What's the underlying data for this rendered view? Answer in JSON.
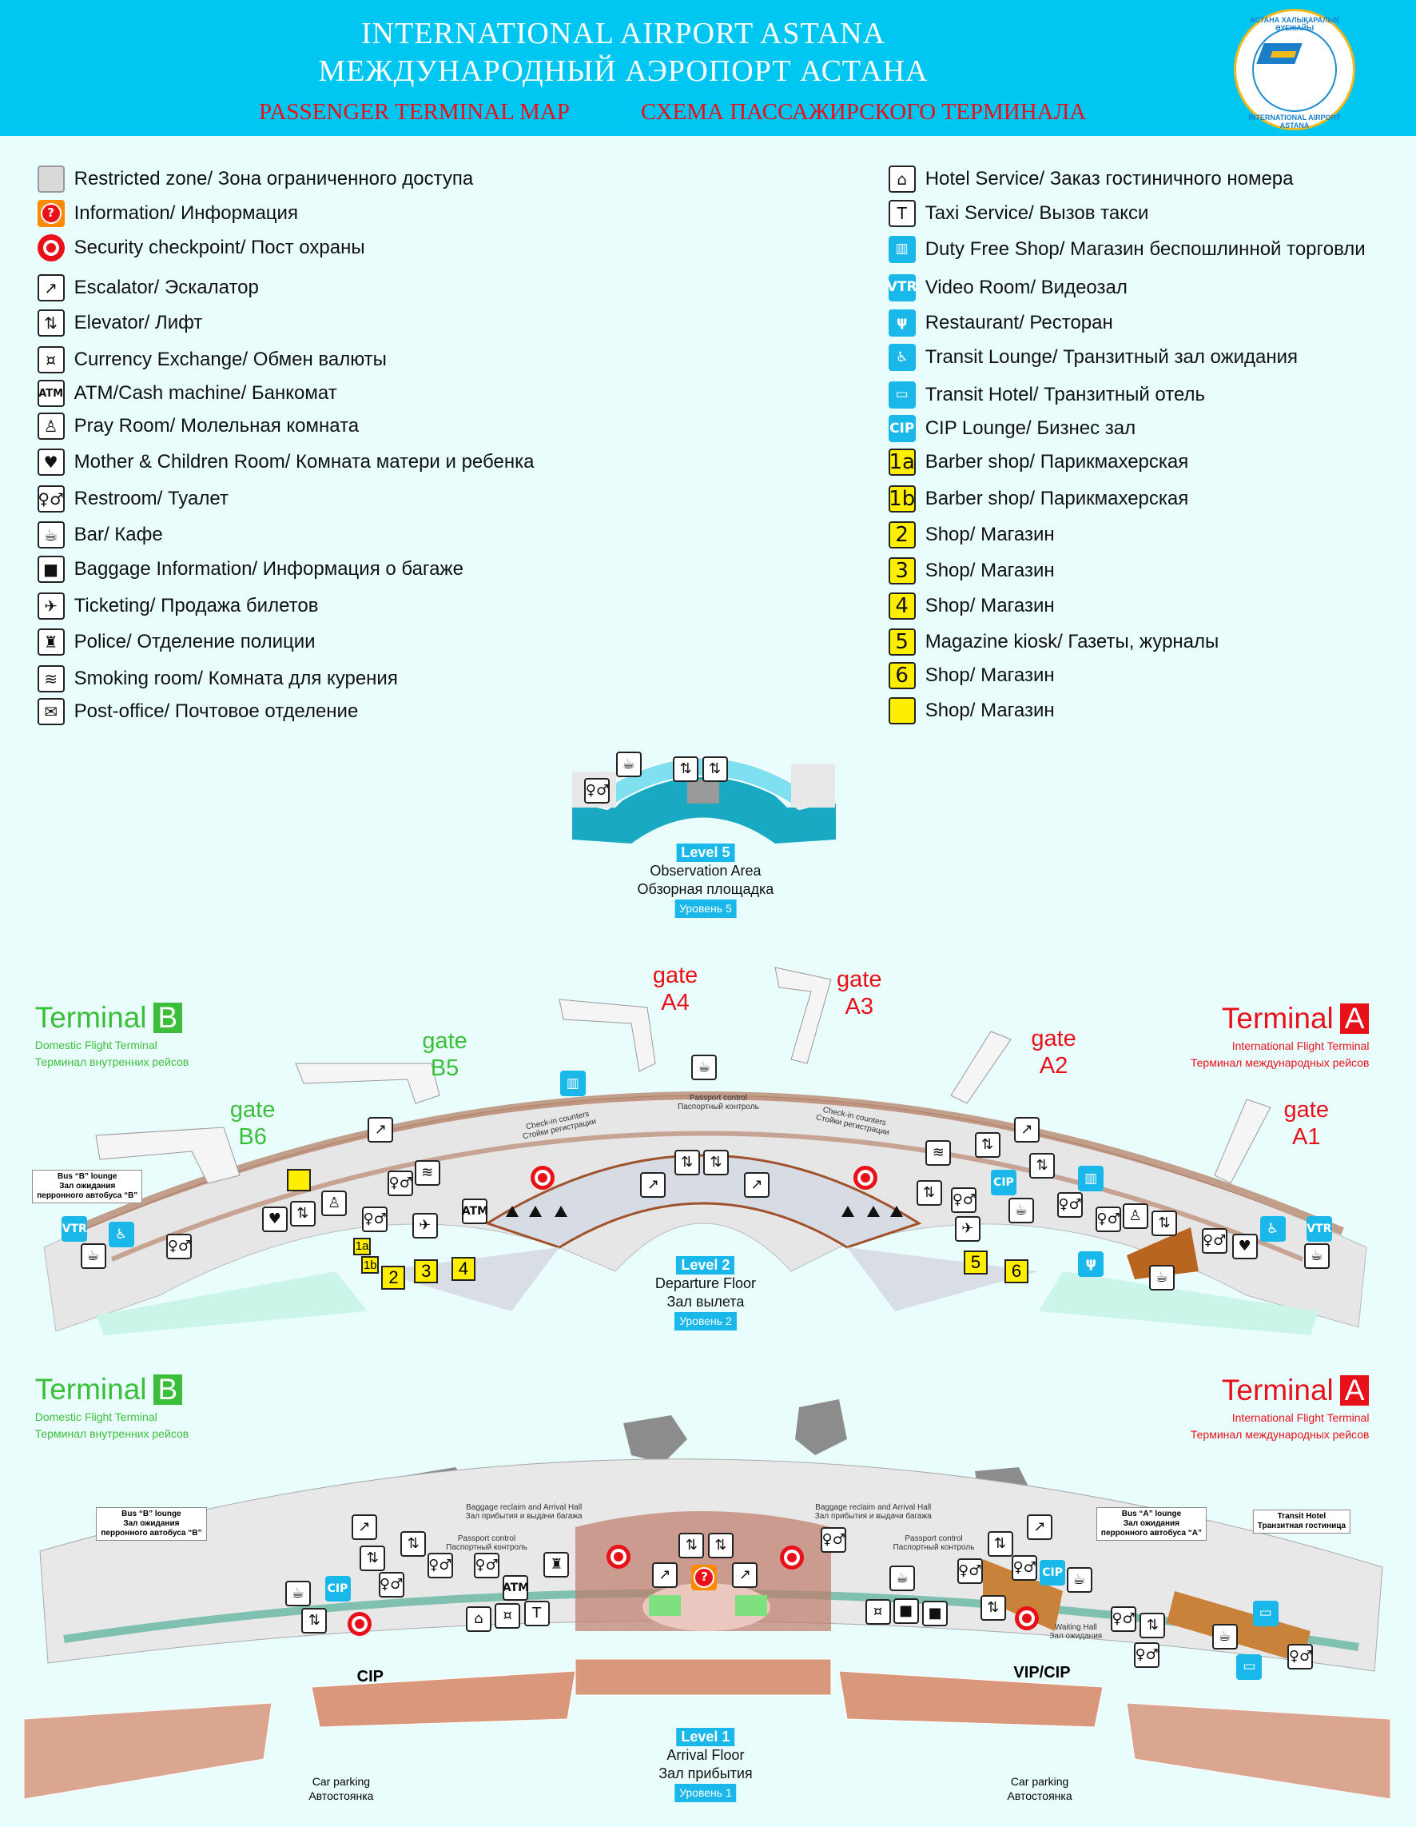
{
  "header": {
    "title_en": "INTERNATIONAL AIRPORT ASTANA",
    "title_ru": "МЕЖДУНАРОДНЫЙ АЭРОПОРТ АСТАНА",
    "subtitle_en": "PASSENGER TERMINAL MAP",
    "subtitle_ru": "СХЕМА ПАССАЖИРСКОГО ТЕРМИНАЛА",
    "logo_text_top": "АСТАНА ХАЛЫҚАРАЛЫҚ ӘУЕЖАЙЫ",
    "logo_text_bottom": "INTERNATIONAL AIRPORT ASTANA"
  },
  "colors": {
    "header": "#00c6f2",
    "domestic": "#3bbf3b",
    "international": "#e8111a",
    "service": "#1ab8ea",
    "shop": "#ffee00"
  },
  "legend": {
    "left": [
      {
        "icon": "restricted-zone-icon",
        "label": "Restricted zone/ Зона ограниченного доступа"
      },
      {
        "icon": "information-icon",
        "label": "Information/ Информация"
      },
      {
        "icon": "security-checkpoint-icon",
        "label": "Security checkpoint/ Пост охраны"
      },
      {
        "icon": "escalator-icon",
        "label": "Escalator/ Эскалатор"
      },
      {
        "icon": "elevator-icon",
        "label": "Elevator/ Лифт"
      },
      {
        "icon": "currency-exchange-icon",
        "label": "Currency Exchange/ Обмен валюты"
      },
      {
        "icon": "atm-icon",
        "badge": "ATM",
        "label": "ATM/Cash machine/ Банкомат"
      },
      {
        "icon": "pray-room-icon",
        "label": "Pray Room/ Молельная комната"
      },
      {
        "icon": "mother-child-icon",
        "label": "Mother & Children Room/ Комната матери и ребенка"
      },
      {
        "icon": "restroom-icon",
        "label": "Restroom/ Туалет"
      },
      {
        "icon": "bar-icon",
        "label": "Bar/ Кафе"
      },
      {
        "icon": "baggage-icon",
        "label": "Baggage Information/ Информация о багаже"
      },
      {
        "icon": "ticketing-icon",
        "label": "Ticketing/ Продажа билетов"
      },
      {
        "icon": "police-icon",
        "label": "Police/ Отделение полиции"
      },
      {
        "icon": "smoking-icon",
        "label": "Smoking room/ Комната для курения"
      },
      {
        "icon": "post-office-icon",
        "label": "Post-office/ Почтовое отделение"
      }
    ],
    "right": [
      {
        "icon": "hotel-service-icon",
        "label": "Hotel Service/ Заказ гостиничного номера"
      },
      {
        "icon": "taxi-service-icon",
        "label": "Taxi Service/ Вызов такси"
      },
      {
        "icon": "duty-free-icon",
        "label": "Duty Free Shop/ Магазин беспошлинной торговли"
      },
      {
        "icon": "video-room-icon",
        "badge": "VTR",
        "label": "Video Room/ Видеозал"
      },
      {
        "icon": "restaurant-icon",
        "label": "Restaurant/ Ресторан"
      },
      {
        "icon": "transit-lounge-icon",
        "label": "Transit Lounge/ Транзитный зал ожидания"
      },
      {
        "icon": "transit-hotel-icon",
        "label": "Transit Hotel/ Транзитный отель"
      },
      {
        "icon": "cip-lounge-icon",
        "badge": "CIP",
        "label": "CIP Lounge/ Бизнес зал"
      },
      {
        "icon": "shop-badge",
        "badge": "1a",
        "label": "Barber shop/ Парикмахерская"
      },
      {
        "icon": "shop-badge",
        "badge": "1b",
        "label": "Barber shop/ Парикмахерская"
      },
      {
        "icon": "shop-badge",
        "badge": "2",
        "label": "Shop/ Магазин"
      },
      {
        "icon": "shop-badge",
        "badge": "3",
        "label": "Shop/ Магазин"
      },
      {
        "icon": "shop-badge",
        "badge": "4",
        "label": "Shop/ Магазин"
      },
      {
        "icon": "shop-badge",
        "badge": "5",
        "label": "Magazine kiosk/ Газеты, журналы"
      },
      {
        "icon": "shop-badge",
        "badge": "6",
        "label": "Shop/ Магазин"
      },
      {
        "icon": "shop-badge",
        "badge": "",
        "label": "Shop/ Магазин"
      }
    ]
  },
  "level5": {
    "level": "Level 5",
    "name_en": "Observation Area",
    "name_ru": "Обзорная площадка",
    "level_ru": "Уровень 5"
  },
  "level2": {
    "level": "Level 2",
    "name_en": "Departure Floor",
    "name_ru": "Зал вылета",
    "level_ru": "Уровень 2",
    "gate_word": "gate",
    "gates": {
      "a4": "A4",
      "a3": "A3",
      "a2": "A2",
      "a1": "A1",
      "b5": "B5",
      "b6": "B6"
    },
    "checkin_en": "Check-in counters",
    "checkin_ru": "Стойки регистрации",
    "passport_en": "Passport control",
    "passport_ru": "Паспортный контроль",
    "bus_b": {
      "en": "Bus “B” lounge",
      "ru1": "Зал ожидания",
      "ru2": "перронного автобуса “B”"
    },
    "shops": {
      "s1a": "1a",
      "s1b": "1b",
      "s2": "2",
      "s3": "3",
      "s4": "4",
      "s5": "5",
      "s6": "6"
    },
    "vtr": "VTR",
    "cip": "CIP",
    "atm": "ATM"
  },
  "terminal_b": {
    "word": "Terminal",
    "letter": "B",
    "sub_en": "Domestic Flight Terminal",
    "sub_ru": "Терминал внутренних рейсов"
  },
  "terminal_a": {
    "word": "Terminal",
    "letter": "A",
    "sub_en": "International Flight Terminal",
    "sub_ru": "Терминал международных рейсов"
  },
  "level1": {
    "level": "Level 1",
    "name_en": "Arrival Floor",
    "name_ru": "Зал прибытия",
    "level_ru": "Уровень 1",
    "bus_b": {
      "en": "Bus “B” lounge",
      "ru1": "Зал ожидания",
      "ru2": "перронного автобуса “B”"
    },
    "bus_a": {
      "en": "Bus “A” lounge",
      "ru1": "Зал ожидания",
      "ru2": "перронного автобуса “A”"
    },
    "transit_hotel": {
      "en": "Transit Hotel",
      "ru": "Транзитная гостиница"
    },
    "baggage_en": "Baggage reclaim and Arrival Hall",
    "baggage_ru": "Зал прибытия и выдачи багажа",
    "passport_en": "Passport control",
    "passport_ru": "Паспортный контроль",
    "waiting_en": "Waiting Hall",
    "waiting_ru": "Зал ожидания",
    "cip_entrance": "CIP",
    "vip_entrance": "VIP/CIP",
    "parking_en": "Car parking",
    "parking_ru": "Автостоянка",
    "cip": "CIP",
    "atm": "ATM"
  }
}
